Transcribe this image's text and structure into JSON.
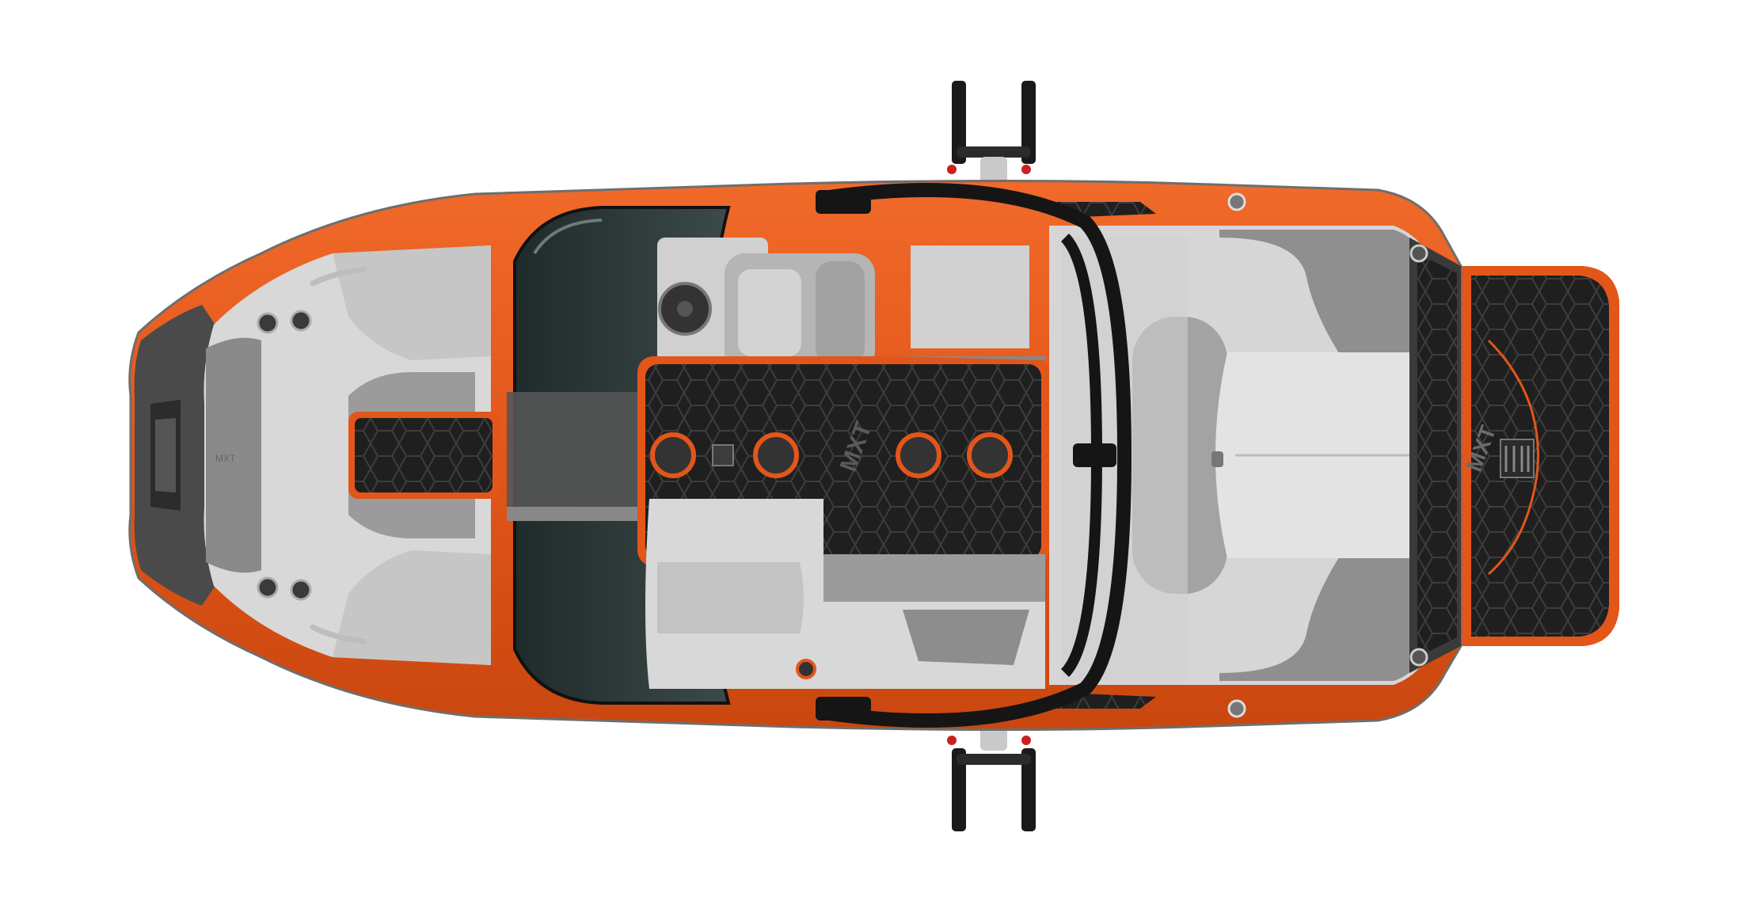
{
  "image": {
    "subject": "wakeboard-boat-top-view",
    "background_color": "#ffffff"
  },
  "logos": {
    "dash_logo": "MXT",
    "floor_logo": "MXT",
    "swim_platform_logo": "MXT"
  },
  "colors": {
    "hull_orange": "#e2561a",
    "hull_orange_dark": "#b73e0e",
    "upholstery_light": "#d8d8d8",
    "upholstery_mid": "#9b9b9b",
    "upholstery_dark": "#6b6b6b",
    "mat_black": "#222222",
    "windshield": "#2f3a3a",
    "tower_black": "#151515",
    "chrome": "#c9c9c9"
  }
}
